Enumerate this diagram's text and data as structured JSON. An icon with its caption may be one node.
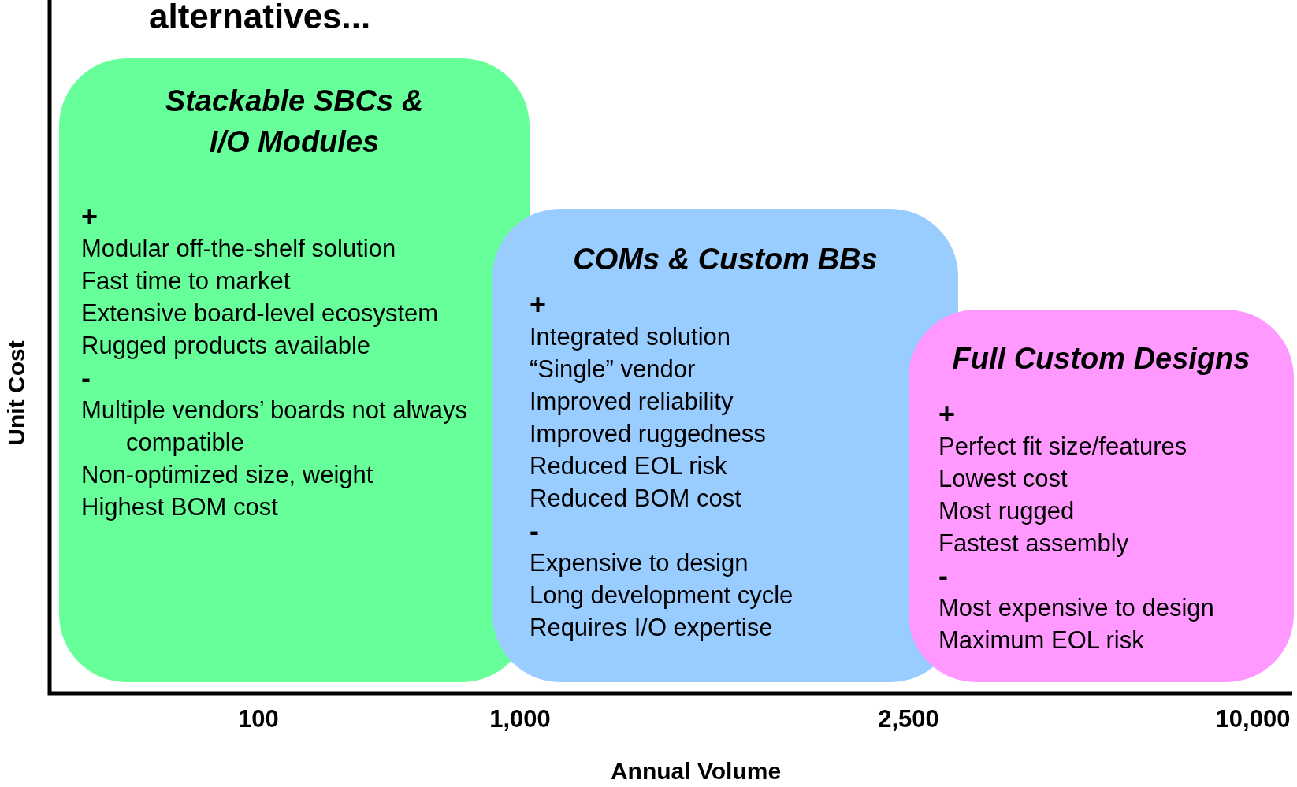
{
  "diagram": {
    "title": "alternatives...",
    "nodes": [
      {
        "text": [
          "Stackable SBCs & I/O Modules",
          "+",
          "Modular off-the-shelf solution",
          "Fast time to market",
          "Extensive board-level ecosystem",
          "Rugged products available",
          "-",
          "Multiple vendors’ boards not always compatible",
          "Non-optimized size, weight",
          "Highest BOM cost"
        ]
      },
      {
        "text": [
          "COMs & Custom BBs",
          "+",
          "Integrated solution",
          "“Single” vendor",
          "Improved reliability",
          "Improved ruggedness",
          "Reduced EOL risk",
          "Reduced BOM cost",
          "-",
          "Expensive to design",
          "Long development cycle",
          "Requires I/O expertise"
        ]
      },
      {
        "text": [
          "Full Custom Designs",
          "+",
          "Perfect fit size/features",
          "Lowest cost",
          "Most rugged",
          "Fastest assembly",
          "-",
          "Most expensive to design",
          "Maximum EOL risk"
        ]
      }
    ],
    "labels": [
      "Unit Cost",
      "100",
      "1,000",
      "2,500",
      "10,000",
      "Annual Volume"
    ]
  }
}
